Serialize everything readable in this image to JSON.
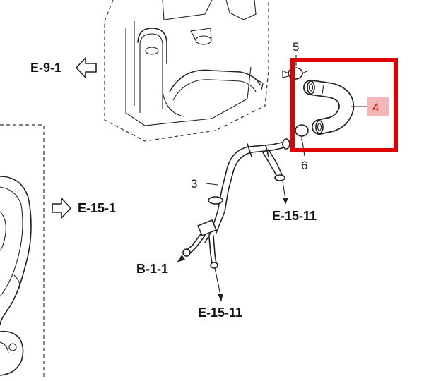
{
  "diagram": {
    "references": {
      "e_9_1": "E-9-1",
      "e_15_1": "E-15-1",
      "e_15_11_top": "E-15-11",
      "b_1_1": "B-1-1",
      "e_15_11_bottom": "E-15-11"
    },
    "callouts": {
      "part_3": "3",
      "part_4": "4",
      "part_5": "5",
      "part_6": "6"
    },
    "highlight": {
      "target_part": "4",
      "box_color": "#e00000",
      "label_fill": "#f4b6b6",
      "label_color": "#c00000"
    }
  }
}
